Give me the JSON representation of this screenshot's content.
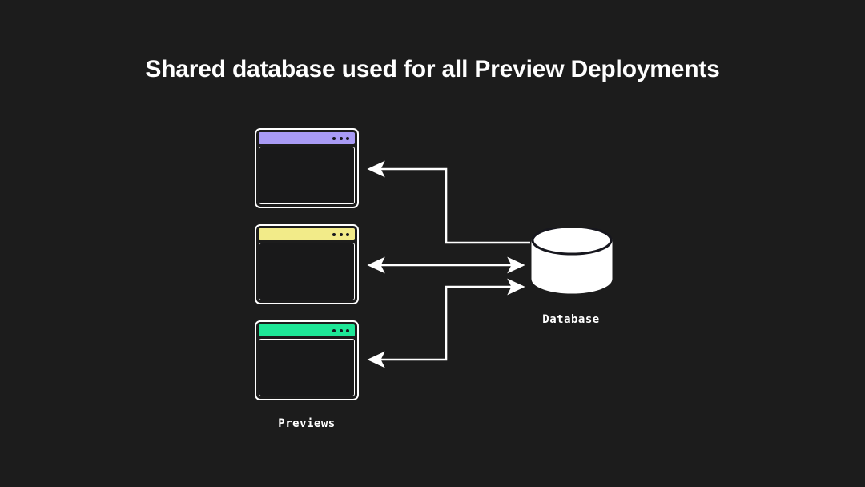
{
  "page": {
    "title": "Shared database used for all Preview Deployments",
    "background_color": "#1c1c1c",
    "foreground_color": "#ffffff"
  },
  "diagram": {
    "type": "architecture-flow",
    "previews": {
      "group_label": "Previews",
      "windows": [
        {
          "id": "purple",
          "titlebar_color": "#a99bf5",
          "dots": 3,
          "dot_color": "#17171e"
        },
        {
          "id": "yellow",
          "titlebar_color": "#f2eb89",
          "dots": 3,
          "dot_color": "#17171e"
        },
        {
          "id": "green",
          "titlebar_color": "#1ee797",
          "dots": 3,
          "dot_color": "#17171e"
        }
      ]
    },
    "database": {
      "label": "Database",
      "shape": "cylinder",
      "fill_color": "#ffffff",
      "stroke_color": "#17171e"
    },
    "connections": [
      {
        "id": "db-to-purple",
        "from": "database",
        "to": "purple",
        "direction": "one-way",
        "routing": "elbow"
      },
      {
        "id": "yellow-db",
        "from": "yellow",
        "to": "database",
        "direction": "two-way",
        "routing": "straight"
      },
      {
        "id": "green-db",
        "from": "green",
        "to": "database",
        "direction": "one-way",
        "routing": "elbow"
      }
    ],
    "arrow_color": "#ffffff"
  }
}
